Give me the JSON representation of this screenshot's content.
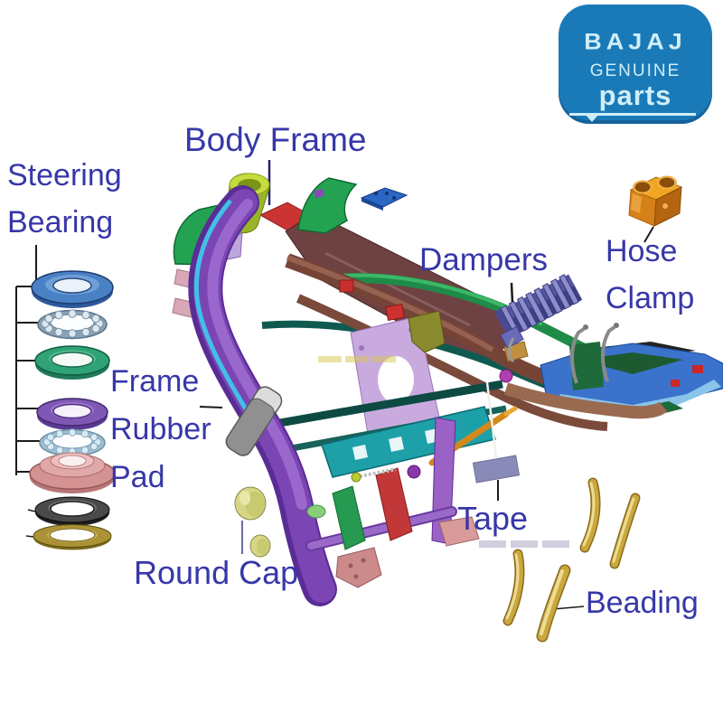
{
  "logo": {
    "brand": "BAJAJ",
    "subtitle": "GENUINE",
    "product": "parts",
    "bg_color": "#1a7ab8",
    "text_color": "#cfeef8"
  },
  "labels": {
    "steering_bearing_line1": "Steering",
    "steering_bearing_line2": "Bearing",
    "body_frame": "Body Frame",
    "dampers": "Dampers",
    "hose_clamp_line1": "Hose",
    "hose_clamp_line2": "Clamp",
    "frame_rubber_pad_line1": "Frame",
    "frame_rubber_pad_line2": "Rubber",
    "frame_rubber_pad_line3": "Pad",
    "tape": "Tape",
    "round_cap": "Round Cap",
    "beading": "Beading"
  },
  "colors": {
    "label_text": "#3737a9",
    "leader_line": "#1c1c1c",
    "frame_purple": "#7b46b4",
    "frame_maroon": "#6e4242",
    "frame_green": "#1e8c48",
    "tail_blue": "#3a72cc",
    "damper_purple": "#4a4a9a",
    "tape_gray_purple": "#8a8ab8",
    "hose_clamp_orange": "#e0871c",
    "beading_gold": "#c9a83e",
    "rubber_pad_gray": "#909090",
    "round_cap_yellow": "#d6d685",
    "bearing_blue": "#4a80c4",
    "bearing_green": "#2fa276",
    "bearing_purple": "#7e58b4",
    "bearing_salmon": "#d49292",
    "bearing_black": "#4a4a4a",
    "bearing_gold": "#ab9234"
  }
}
